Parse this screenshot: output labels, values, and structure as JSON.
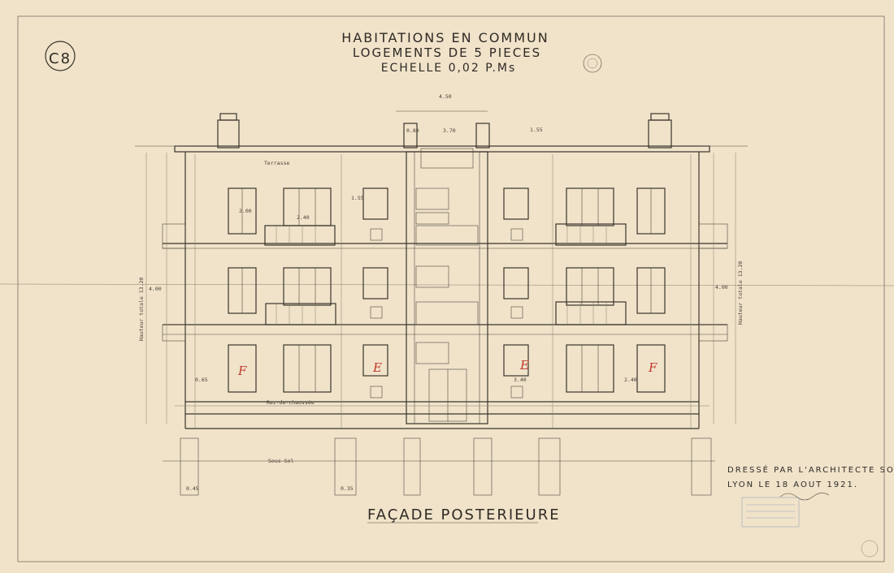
{
  "sheet_code": "C8",
  "title": {
    "line1": "HABITATIONS EN COMMUN",
    "line2": "LOGEMENTS DE 5 PIECES",
    "line3": "ECHELLE 0,02 P.Ms"
  },
  "caption": "FAÇADE POSTERIEURE",
  "architect_note": {
    "line1": "DRESSÉ PAR L'ARCHITECTE SOUSSIGNÉ",
    "line2": "LYON LE 18 AOUT 1921."
  },
  "drawing_labels": {
    "roof_label": "Terrasse",
    "ground_label": "Rez-de-chaussée",
    "base_label": "Sous-Sol",
    "left_height": "Hauteur totale 13.20",
    "right_height": "Hauteur totale 13.20"
  },
  "red_marks": [
    "F",
    "E",
    "E",
    "F"
  ],
  "dimensions": {
    "top_span": "4.50",
    "chimney_a": "0.80",
    "chimney_b": "3.70",
    "chimney_c": "1.55",
    "win_width": "2.40",
    "win_height": "2.00",
    "bay": "1.55",
    "left_floor": "4.00",
    "right_floor": "4.00",
    "rez": "0.65",
    "cave": "3.40",
    "pier": "2.40",
    "base_a": "0.45",
    "base_b": "0.35"
  },
  "colors": {
    "paper": "#f0e3ca",
    "ink": "#3a342c",
    "red_ink": "#c0392b",
    "stamp_blue": "#9aa2b8"
  }
}
